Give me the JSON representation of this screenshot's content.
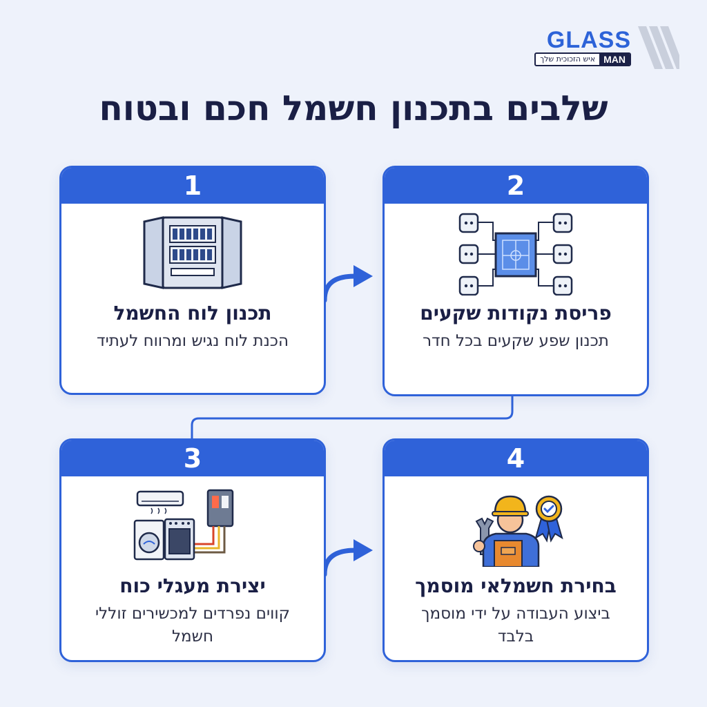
{
  "logo": {
    "word": "GLASS",
    "man": "MAN",
    "tagline": "איש הזכוכית שלך"
  },
  "title": "שלבים בתכנון חשמל חכם ובטוח",
  "colors": {
    "accent": "#2f62d9",
    "background": "#eef2fb",
    "text": "#1a1f45"
  },
  "steps": [
    {
      "number": "1",
      "title": "תכנון לוח החשמל",
      "desc": "הכנת לוח נגיש ומרווח לעתיד",
      "icon": "electrical-panel-icon"
    },
    {
      "number": "2",
      "title": "פריסת נקודות שקעים",
      "desc": "תכנון שפע שקעים בכל חדר",
      "icon": "outlet-layout-icon"
    },
    {
      "number": "3",
      "title": "יצירת מעגלי כוח",
      "desc": "קווים נפרדים למכשירים זוללי חשמל",
      "icon": "appliances-circuit-icon"
    },
    {
      "number": "4",
      "title": "בחירת חשמלאי מוסמך",
      "desc": "ביצוע העבודה על ידי מוסמך בלבד",
      "icon": "certified-electrician-icon"
    }
  ]
}
